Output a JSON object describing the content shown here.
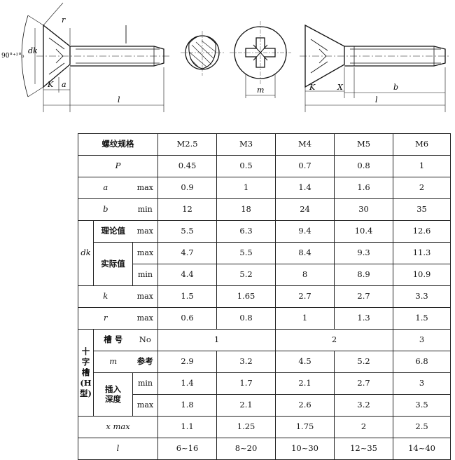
{
  "drawing": {
    "angle_label": "90°⁺²°₀",
    "left_view": {
      "dk": "dk",
      "k": "K",
      "a": "a",
      "l": "l",
      "r": "r"
    },
    "mid_view": {
      "m": "m"
    },
    "right_view": {
      "k": "K",
      "x": "X",
      "b": "b",
      "l": "l"
    }
  },
  "table": {
    "header": {
      "spec": "螺纹规格",
      "sizes": [
        "M2.5",
        "M3",
        "M4",
        "M5",
        "M6"
      ]
    },
    "rows": {
      "P": {
        "sym": "P",
        "vals": [
          "0.45",
          "0.5",
          "0.7",
          "0.8",
          "1"
        ]
      },
      "a": {
        "sym": "a",
        "unit": "max",
        "vals": [
          "0.9",
          "1",
          "1.4",
          "1.6",
          "2"
        ]
      },
      "b": {
        "sym": "b",
        "unit": "min",
        "vals": [
          "12",
          "18",
          "24",
          "30",
          "35"
        ]
      },
      "dk": {
        "sym": "dk",
        "theory": "理论值",
        "actual": "实际值",
        "theory_max": {
          "unit": "max",
          "vals": [
            "5.5",
            "6.3",
            "9.4",
            "10.4",
            "12.6"
          ]
        },
        "actual_max": {
          "unit": "max",
          "vals": [
            "4.7",
            "5.5",
            "8.4",
            "9.3",
            "11.3"
          ]
        },
        "actual_min": {
          "unit": "min",
          "vals": [
            "4.4",
            "5.2",
            "8",
            "8.9",
            "10.9"
          ]
        }
      },
      "k": {
        "sym": "k",
        "unit": "max",
        "vals": [
          "1.5",
          "1.65",
          "2.7",
          "2.7",
          "3.3"
        ]
      },
      "r": {
        "sym": "r",
        "unit": "max",
        "vals": [
          "0.6",
          "0.8",
          "1",
          "1.3",
          "1.5"
        ]
      },
      "cross": {
        "group": [
          "十",
          "字",
          "槽",
          "(H",
          "型)"
        ],
        "slot_label": "槽 号",
        "slot_no": "No",
        "slot_vals": [
          "1",
          "2",
          "3"
        ],
        "m_sym": "m",
        "m_ref": "参考",
        "m_vals": [
          "2.9",
          "3.2",
          "4.5",
          "5.2",
          "6.8"
        ],
        "depth_label": [
          "插入",
          "深度"
        ],
        "depth_min": {
          "unit": "min",
          "vals": [
            "1.4",
            "1.7",
            "2.1",
            "2.7",
            "3"
          ]
        },
        "depth_max": {
          "unit": "max",
          "vals": [
            "1.8",
            "2.1",
            "2.6",
            "3.2",
            "3.5"
          ]
        }
      },
      "x": {
        "label": "x max",
        "vals": [
          "1.1",
          "1.25",
          "1.75",
          "2",
          "2.5"
        ]
      },
      "l": {
        "sym": "l",
        "vals": [
          "6~16",
          "8~20",
          "10~30",
          "12~35",
          "14~40"
        ]
      }
    }
  }
}
